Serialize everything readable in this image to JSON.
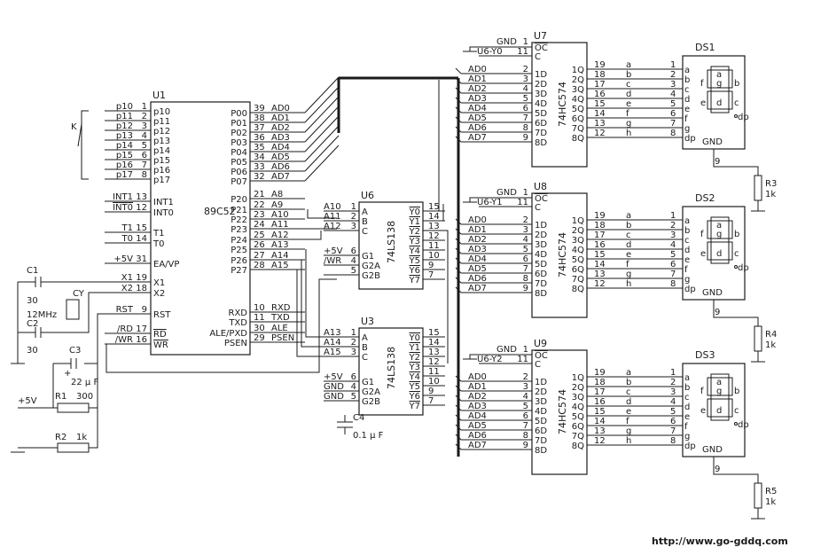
{
  "u1": {
    "ref": "U1",
    "part": "89C52",
    "left_pins": [
      {
        "net": "p10",
        "name": "p10",
        "num": "1"
      },
      {
        "net": "p11",
        "name": "p11",
        "num": "2"
      },
      {
        "net": "p12",
        "name": "p12",
        "num": "3"
      },
      {
        "net": "p13",
        "name": "p13",
        "num": "4"
      },
      {
        "net": "p14",
        "name": "p14",
        "num": "5"
      },
      {
        "net": "p15",
        "name": "p15",
        "num": "6"
      },
      {
        "net": "p16",
        "name": "p16",
        "num": "7"
      },
      {
        "net": "p17",
        "name": "p17",
        "num": "8"
      },
      {
        "net": "INT1",
        "name": "INT1",
        "num": "13"
      },
      {
        "net": "INT0",
        "name": "INT0",
        "num": "12"
      },
      {
        "net": "T1",
        "name": "T1",
        "num": "15"
      },
      {
        "net": "T0",
        "name": "T0",
        "num": "14"
      },
      {
        "net": "+5V",
        "name": "EA/VP",
        "num": "31"
      },
      {
        "net": "X1",
        "name": "X1",
        "num": "19"
      },
      {
        "net": "X2",
        "name": "X2",
        "num": "18"
      },
      {
        "net": "RST",
        "name": "RST",
        "num": "9"
      },
      {
        "net": "/RD",
        "name": "RD",
        "num": "17"
      },
      {
        "net": "/WR",
        "name": "WR",
        "num": "16"
      }
    ],
    "right_pins": [
      {
        "name": "P00",
        "num": "39",
        "net": "AD0"
      },
      {
        "name": "P01",
        "num": "38",
        "net": "AD1"
      },
      {
        "name": "P02",
        "num": "37",
        "net": "AD2"
      },
      {
        "name": "P03",
        "num": "36",
        "net": "AD3"
      },
      {
        "name": "P04",
        "num": "35",
        "net": "AD4"
      },
      {
        "name": "P05",
        "num": "34",
        "net": "AD5"
      },
      {
        "name": "P06",
        "num": "33",
        "net": "AD6"
      },
      {
        "name": "P07",
        "num": "32",
        "net": "AD7"
      },
      {
        "name": "P20",
        "num": "21",
        "net": "A8"
      },
      {
        "name": "P21",
        "num": "22",
        "net": "A9"
      },
      {
        "name": "P22",
        "num": "23",
        "net": "A10"
      },
      {
        "name": "P23",
        "num": "24",
        "net": "A11"
      },
      {
        "name": "P24",
        "num": "25",
        "net": "A12"
      },
      {
        "name": "P25",
        "num": "26",
        "net": "A13"
      },
      {
        "name": "P26",
        "num": "27",
        "net": "A14"
      },
      {
        "name": "P27",
        "num": "28",
        "net": "A15"
      },
      {
        "name": "RXD",
        "num": "10",
        "net": "RXD"
      },
      {
        "name": "TXD",
        "num": "11",
        "net": "TXD"
      },
      {
        "name": "ALE/PXD",
        "num": "30",
        "net": "ALE"
      },
      {
        "name": "PSEN",
        "num": "29",
        "net": "PSEN"
      }
    ]
  },
  "u6": {
    "ref": "U6",
    "part": "74LS138",
    "inputs": [
      {
        "net": "A10",
        "name": "A",
        "num": "1"
      },
      {
        "net": "A11",
        "name": "B",
        "num": "2"
      },
      {
        "net": "A12",
        "name": "C",
        "num": "3"
      },
      {
        "net": "+5V",
        "name": "G1",
        "num": "6"
      },
      {
        "net": "/WR",
        "name": "G2A",
        "num": "4"
      },
      {
        "net": "",
        "name": "G2B",
        "num": "5"
      }
    ],
    "outputs": [
      {
        "name": "Y0",
        "num": "15"
      },
      {
        "name": "Y1",
        "num": "14"
      },
      {
        "name": "Y2",
        "num": "13"
      },
      {
        "name": "Y3",
        "num": "12"
      },
      {
        "name": "Y4",
        "num": "11"
      },
      {
        "name": "Y5",
        "num": "10"
      },
      {
        "name": "Y6",
        "num": "9"
      },
      {
        "name": "Y7",
        "num": "7"
      }
    ]
  },
  "u3": {
    "ref": "U3",
    "part": "74LS138",
    "inputs": [
      {
        "net": "A13",
        "name": "A",
        "num": "1"
      },
      {
        "net": "A14",
        "name": "B",
        "num": "2"
      },
      {
        "net": "A15",
        "name": "C",
        "num": "3"
      },
      {
        "net": "+5V",
        "name": "G1",
        "num": "6"
      },
      {
        "net": "GND",
        "name": "G2A",
        "num": "4"
      },
      {
        "net": "GND",
        "name": "G2B",
        "num": "5"
      }
    ],
    "outputs": [
      {
        "name": "Y0",
        "num": "15"
      },
      {
        "name": "Y1",
        "num": "14"
      },
      {
        "name": "Y2",
        "num": "13"
      },
      {
        "name": "Y3",
        "num": "12"
      },
      {
        "name": "Y4",
        "num": "11"
      },
      {
        "name": "Y5",
        "num": "10"
      },
      {
        "name": "Y6",
        "num": "9"
      },
      {
        "name": "Y7",
        "num": "7"
      }
    ]
  },
  "latches": [
    {
      "ref": "U7",
      "part": "74HC574",
      "oc_net": "GND",
      "c_net": "U6-Y0",
      "display": {
        "ref": "DS1",
        "gnd": "GND",
        "gnd_pin": "9"
      },
      "resistor": {
        "ref": "R3",
        "value": "1k"
      }
    },
    {
      "ref": "U8",
      "part": "74HC574",
      "oc_net": "GND",
      "c_net": "U6-Y1",
      "display": {
        "ref": "DS2",
        "gnd": "GND",
        "gnd_pin": "9"
      },
      "resistor": {
        "ref": "R4",
        "value": "1k"
      }
    },
    {
      "ref": "U9",
      "part": "74HC574",
      "oc_net": "GND",
      "c_net": "U6-Y2",
      "display": {
        "ref": "DS3",
        "gnd": "GND",
        "gnd_pin": "9"
      },
      "resistor": {
        "ref": "R5",
        "value": "1k"
      }
    }
  ],
  "latch_common": {
    "oc_name": "OC",
    "oc_num": "1",
    "c_name": "C",
    "c_num": "11",
    "inputs": [
      {
        "net": "AD0",
        "name": "1D",
        "num": "2"
      },
      {
        "net": "AD1",
        "name": "2D",
        "num": "3"
      },
      {
        "net": "AD2",
        "name": "3D",
        "num": "4"
      },
      {
        "net": "AD3",
        "name": "4D",
        "num": "5"
      },
      {
        "net": "AD4",
        "name": "5D",
        "num": "6"
      },
      {
        "net": "AD5",
        "name": "6D",
        "num": "7"
      },
      {
        "net": "AD6",
        "name": "7D",
        "num": "8"
      },
      {
        "net": "AD7",
        "name": "8D",
        "num": "9"
      }
    ],
    "outputs": [
      {
        "name": "1Q",
        "num": "19",
        "seg": "a",
        "dpin": "1"
      },
      {
        "name": "2Q",
        "num": "18",
        "seg": "b",
        "dpin": "2"
      },
      {
        "name": "3Q",
        "num": "17",
        "seg": "c",
        "dpin": "3"
      },
      {
        "name": "4Q",
        "num": "16",
        "seg": "d",
        "dpin": "4"
      },
      {
        "name": "5Q",
        "num": "15",
        "seg": "e",
        "dpin": "5"
      },
      {
        "name": "6Q",
        "num": "14",
        "seg": "f",
        "dpin": "6"
      },
      {
        "name": "7Q",
        "num": "13",
        "seg": "g",
        "dpin": "7"
      },
      {
        "name": "8Q",
        "num": "12",
        "seg": "h",
        "dpin": "8"
      }
    ],
    "display_pins": [
      "a",
      "b",
      "c",
      "d",
      "e",
      "f",
      "g",
      "dp"
    ],
    "display_segs": {
      "a": "a",
      "b": "b",
      "c": "c",
      "d": "d",
      "e": "e",
      "f": "f",
      "g": "g",
      "dp": "dp"
    }
  },
  "key": {
    "label": "K"
  },
  "crystal": {
    "c1": "C1",
    "c1_value": "30",
    "c2": "C2",
    "c2_value": "30",
    "ref": "CY",
    "freq": "12MHz"
  },
  "reset": {
    "c3": "C3",
    "c3_value": "22 μ F",
    "r1": "R1",
    "r1_value": "300",
    "supply": "+5V",
    "r2": "R2",
    "r2_value": "1k",
    "plus": "+"
  },
  "c4": {
    "ref": "C4",
    "value": "0.1 μ F"
  },
  "watermark": "http://www.go-gddq.com"
}
